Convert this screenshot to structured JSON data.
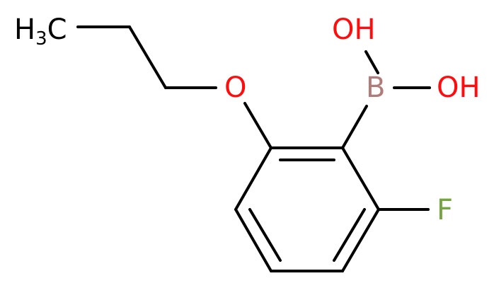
{
  "molecule": {
    "atoms": {
      "methyl": {
        "main": "H",
        "sub": "3",
        "tail": "C"
      },
      "ether_oxygen": "O",
      "boron": "B",
      "hydroxyl_top": "OH",
      "hydroxyl_right": "OH",
      "fluorine": "F"
    }
  },
  "colors": {
    "bond": "#000000",
    "oxygen": "#ff0d0d",
    "boron": "#b07c7a",
    "fluorine": "#74a53f",
    "carbon_label": "#000000"
  }
}
